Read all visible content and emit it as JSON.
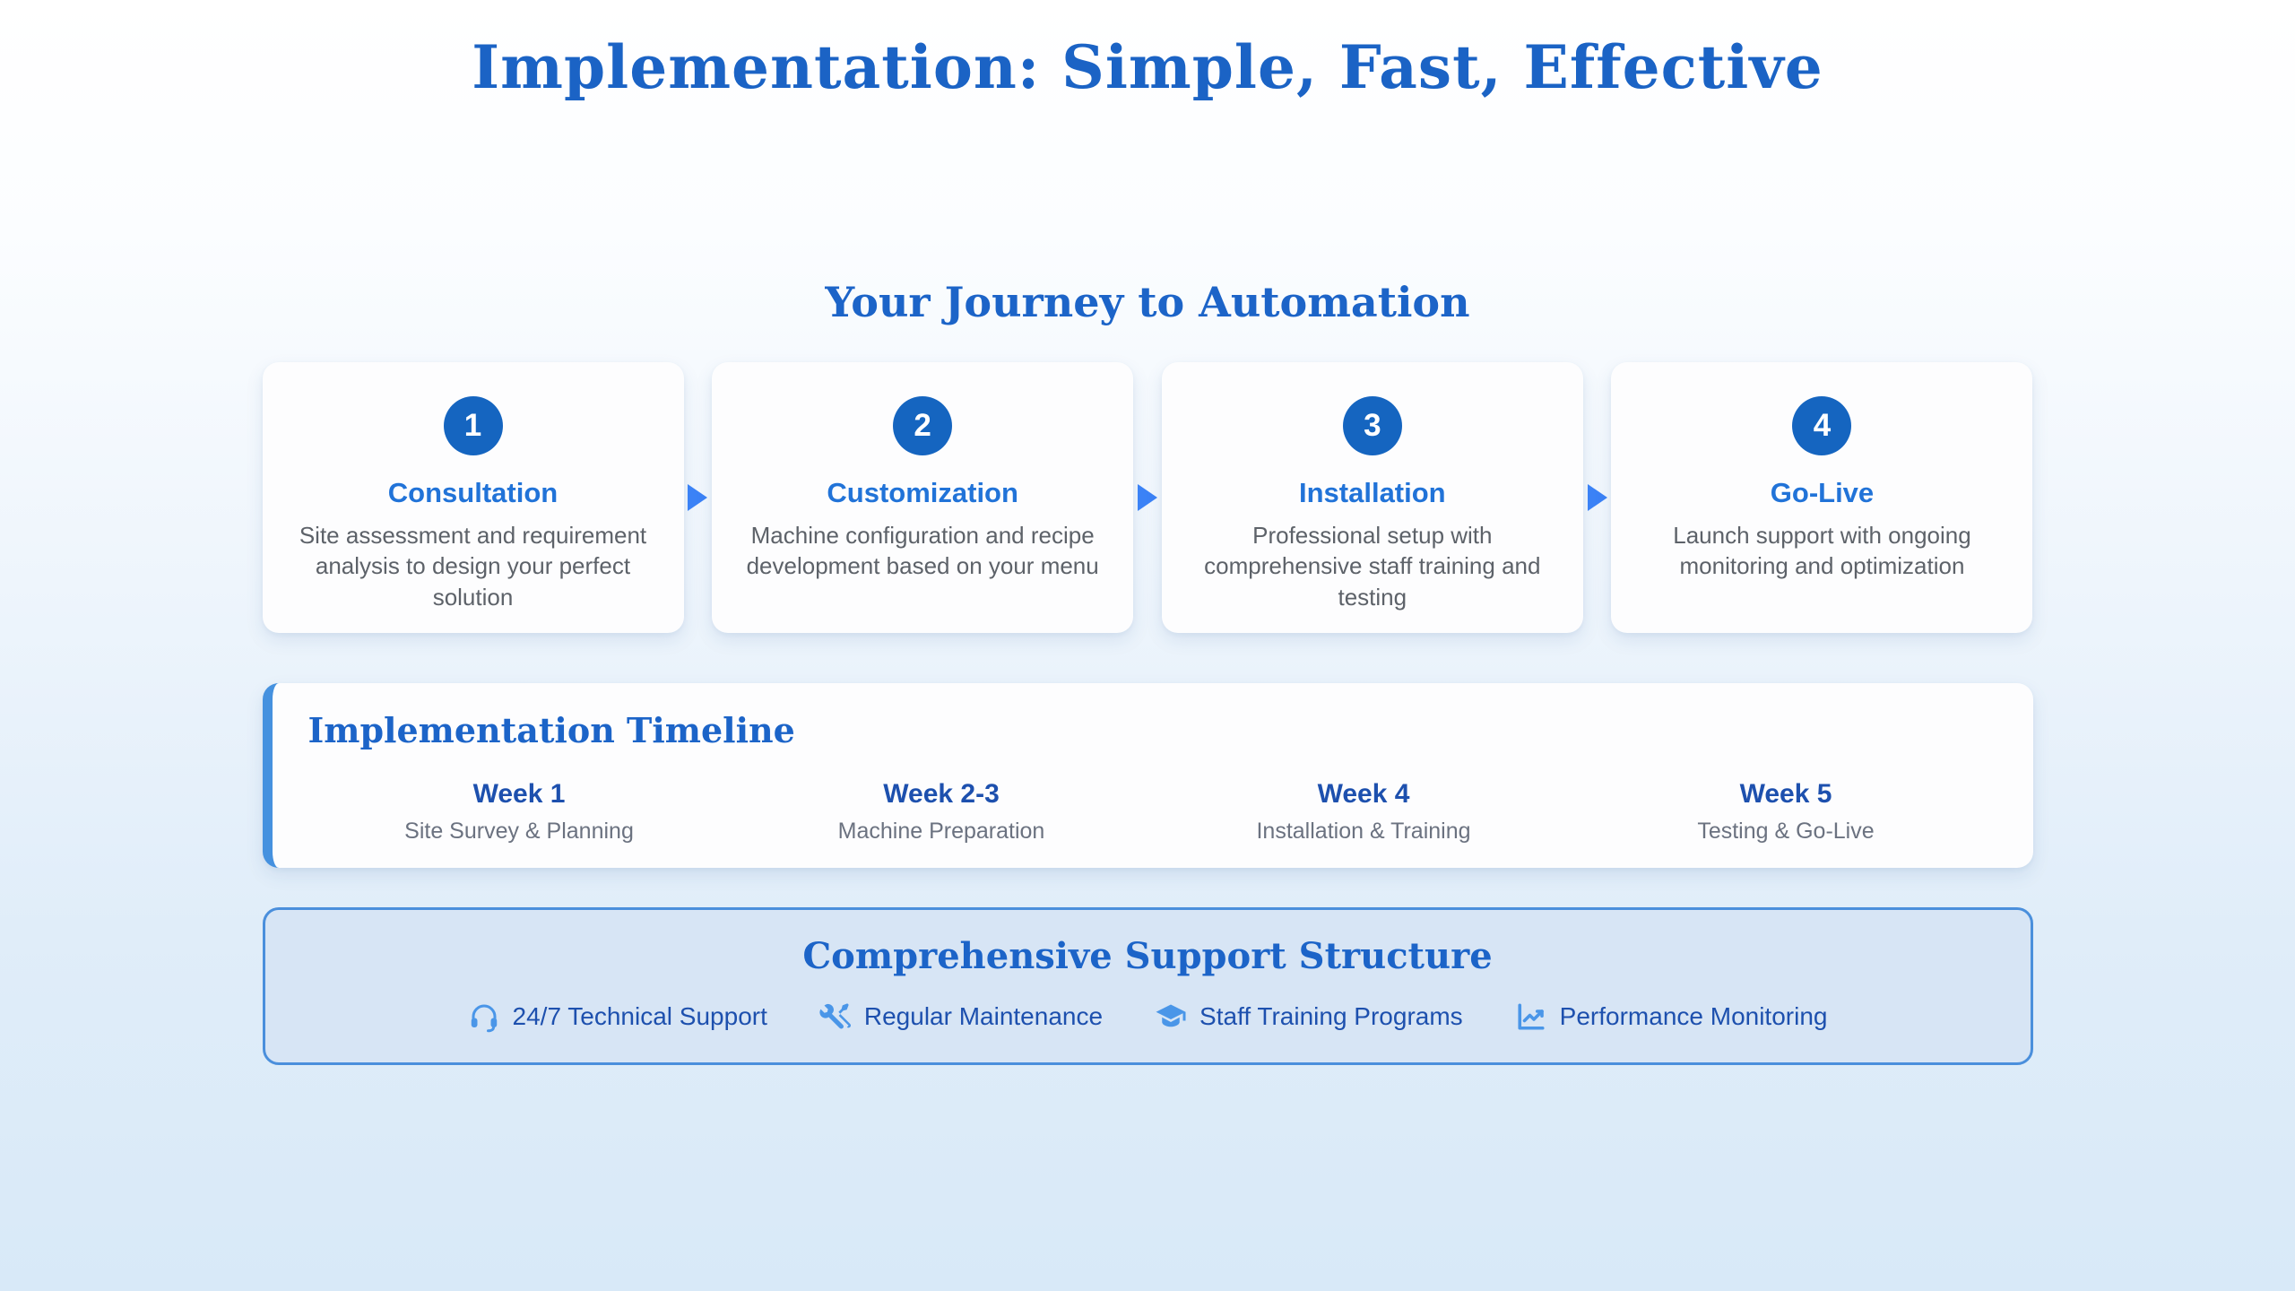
{
  "page": {
    "title": "Implementation: Simple, Fast, Effective"
  },
  "journey": {
    "heading": "Your Journey to Automation",
    "steps": [
      {
        "number": "1",
        "title": "Consultation",
        "description": "Site assessment and requirement analysis to design your perfect solution"
      },
      {
        "number": "2",
        "title": "Customization",
        "description": "Machine configuration and recipe development based on your menu"
      },
      {
        "number": "3",
        "title": "Installation",
        "description": "Professional setup with comprehensive staff training and testing"
      },
      {
        "number": "4",
        "title": "Go-Live",
        "description": "Launch support with ongoing monitoring and optimization"
      }
    ]
  },
  "timeline": {
    "heading": "Implementation Timeline",
    "phases": [
      {
        "week": "Week 1",
        "activity": "Site Survey & Planning"
      },
      {
        "week": "Week 2-3",
        "activity": "Machine Preparation"
      },
      {
        "week": "Week 4",
        "activity": "Installation & Training"
      },
      {
        "week": "Week 5",
        "activity": "Testing & Go-Live"
      }
    ]
  },
  "support": {
    "heading": "Comprehensive Support Structure",
    "items": [
      {
        "icon": "headset-icon",
        "label": "24/7 Technical Support"
      },
      {
        "icon": "tools-icon",
        "label": "Regular Maintenance"
      },
      {
        "icon": "graduation-cap-icon",
        "label": "Staff Training Programs"
      },
      {
        "icon": "chart-line-icon",
        "label": "Performance Monitoring"
      }
    ]
  },
  "colors": {
    "heading_blue": "#1c64c8",
    "step_title_blue": "#2173d8",
    "circle_blue": "#1565c0",
    "dark_text_blue": "#1d50ae",
    "arrow_blue": "#3b82f6",
    "icon_blue": "#4a96e8",
    "body_gray": "#5d6269",
    "support_bg": "#d7e5f5",
    "support_border": "#4a8fdc",
    "page_bottom_bg": "#d8e9f8"
  }
}
